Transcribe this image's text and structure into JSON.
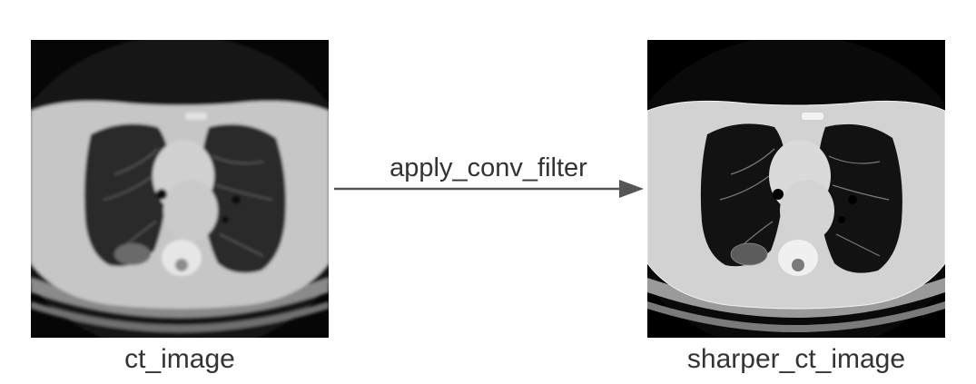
{
  "diagram": {
    "input": {
      "label": "ct_image"
    },
    "operation": {
      "label": "apply_conv_filter"
    },
    "output": {
      "label": "sharper_ct_image"
    }
  },
  "colors": {
    "text": "#333333",
    "arrow": "#555555",
    "image_background": "#000000",
    "body_tissue_soft": "#c8c8c8",
    "body_tissue_sharp": "#d2d2d2",
    "lung_soft": "#2a2a2a",
    "lung_sharp": "#111111"
  }
}
